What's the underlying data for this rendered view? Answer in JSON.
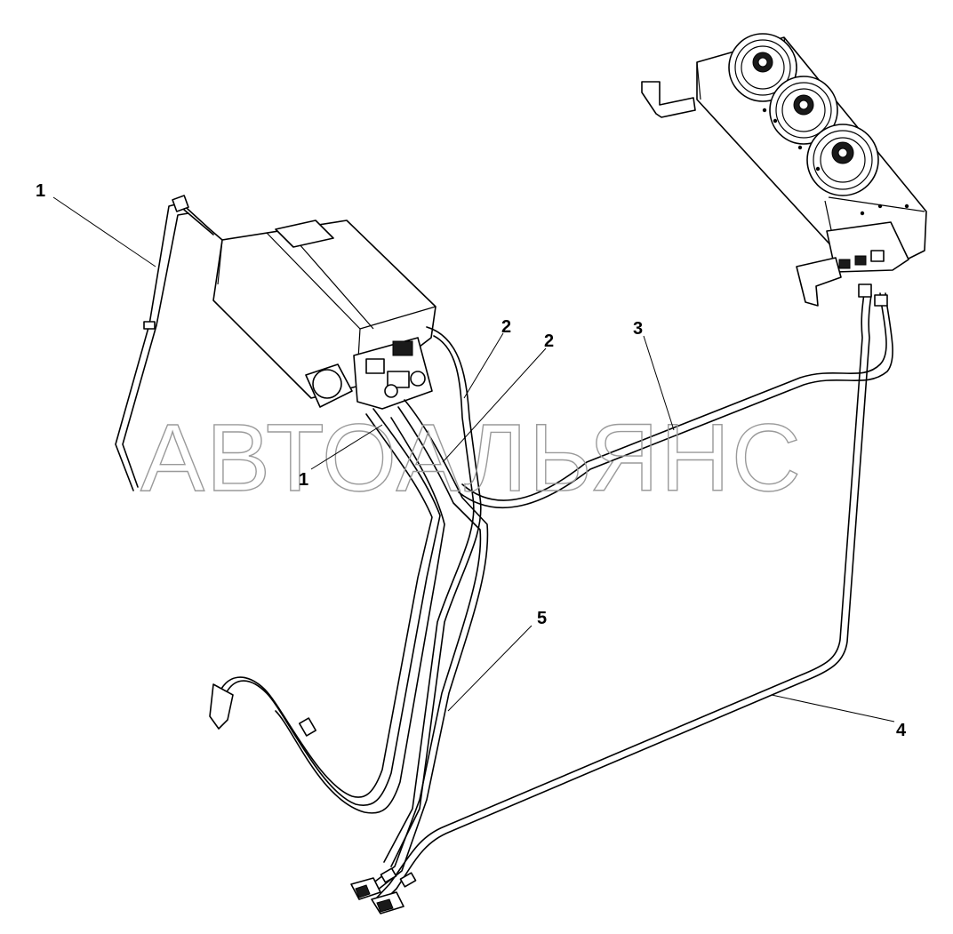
{
  "watermark": {
    "text": "АВТОАЛЬЯНС"
  },
  "callouts": [
    {
      "id": "c1a",
      "label": "1"
    },
    {
      "id": "c1b",
      "label": "1"
    },
    {
      "id": "c2a",
      "label": "2"
    },
    {
      "id": "c2b",
      "label": "2"
    },
    {
      "id": "c3",
      "label": "3"
    },
    {
      "id": "c4",
      "label": "4"
    },
    {
      "id": "c5",
      "label": "5"
    }
  ],
  "colors": {
    "line": "#000000",
    "watermark": "#9a9a9a",
    "background": "#ffffff"
  }
}
